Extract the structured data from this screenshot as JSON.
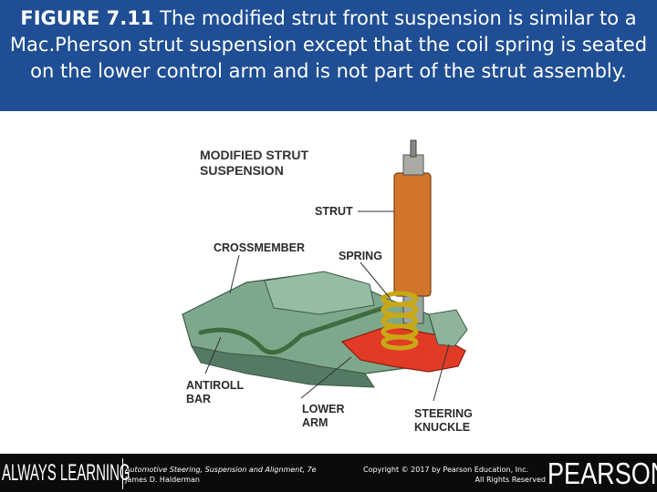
{
  "slide": {
    "caption_bold": "FIGURE 7.11",
    "caption_text": " The modified strut front suspension is similar to a Mac.Pherson strut suspension except that the coil spring is seated on the lower control arm and is not part of the strut assembly."
  },
  "figure": {
    "labels": {
      "title": "MODIFIED STRUT\nSUSPENSION",
      "strut": "STRUT",
      "crossmember": "CROSSMEMBER",
      "spring": "SPRING",
      "antiroll_bar": "ANTIROLL\nBAR",
      "lower_arm": "LOWER\nARM",
      "steering_knuckle": "STEERING\nKNUCKLE"
    }
  },
  "footer": {
    "brand_left": "ALWAYS LEARNING",
    "book_title": "Automotive Steering, Suspension and Alignment, 7e",
    "author": "James D. Halderman",
    "copyright_line1": "Copyright © 2017 by Pearson Education, Inc.",
    "copyright_line2": "All Rights Reserved",
    "brand_right": "PEARSON"
  },
  "colors": {
    "header_bg": "#1f4e94",
    "strut": "#d2752a",
    "spring": "#e7cf2d",
    "lower_arm": "#e23b25",
    "frame": "#6f9a7e"
  }
}
